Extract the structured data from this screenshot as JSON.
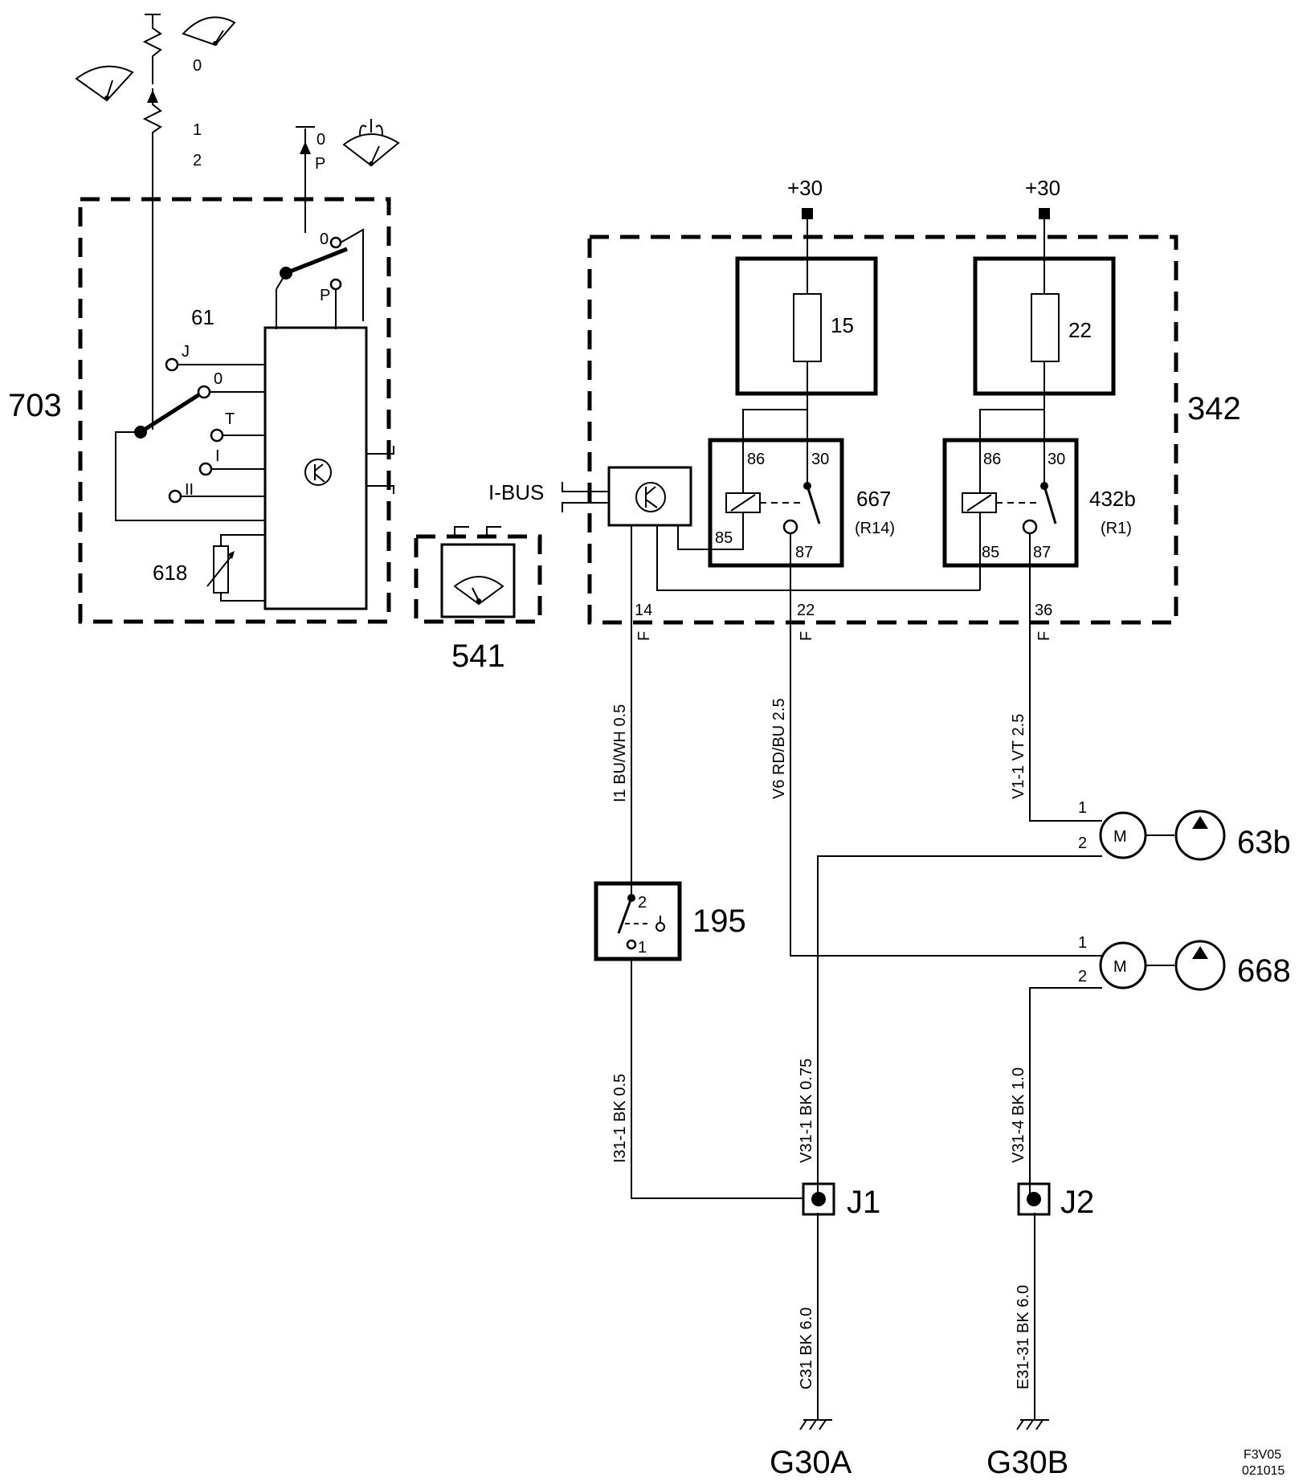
{
  "components": {
    "c703": "703",
    "c61": "61",
    "c618": "618",
    "c541": "541",
    "c342": "342",
    "c15": "15",
    "c22": "22",
    "c667": "667",
    "c667sub": "(R14)",
    "c432b": "432b",
    "c432bsub": "(R1)",
    "c195": "195",
    "c63b": "63b",
    "c668": "668",
    "J1": "J1",
    "J2": "J2",
    "G30A": "G30A",
    "G30B": "G30B"
  },
  "labels": {
    "plus30a": "+30",
    "plus30b": "+30",
    "ibus": "I-BUS",
    "wiper_pos0": "0",
    "wiper_pos1": "1",
    "wiper_pos2": "2",
    "wash_pos0": "0",
    "wash_posP": "P",
    "sw_0": "0",
    "sw_P": "P",
    "sw_J": "J",
    "sw_0b": "0",
    "sw_T": "T",
    "sw_I": "I",
    "sw_II": "II",
    "r1_86": "86",
    "r1_30": "30",
    "r1_85": "85",
    "r1_87": "87",
    "r2_86": "86",
    "r2_30": "30",
    "r2_85": "85",
    "r2_87": "87",
    "pin14": "14",
    "pin22": "22",
    "pin36": "36",
    "F": "F",
    "m1_1": "1",
    "m1_2": "2",
    "m2_1": "1",
    "m2_2": "2",
    "motor": "M",
    "s195_2": "2",
    "s195_1": "1"
  },
  "wires": {
    "w1": "I1   BU/WH   0.5",
    "w2": "V6   RD/BU   2.5",
    "w3": "V1-1   VT   2.5",
    "w4": "I31-1   BK   0.5",
    "w5": "V31-1   BK   0.75",
    "w6": "V31-4   BK   1.0",
    "w7": "C31   BK   6.0",
    "w8": "E31-31   BK   6.0"
  },
  "footer": {
    "code": "F3V05",
    "date": "021015"
  }
}
